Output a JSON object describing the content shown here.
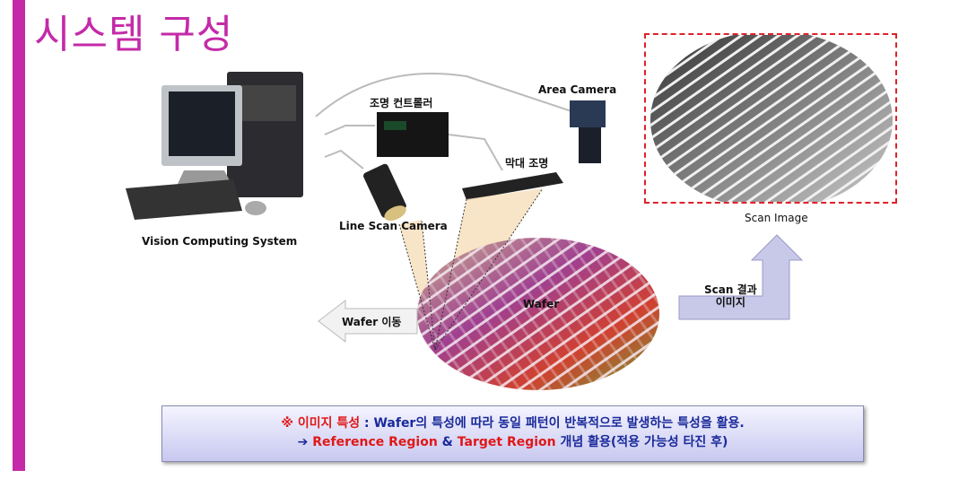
{
  "title": "시스템 구성",
  "labels": {
    "vision_system": "Vision Computing System",
    "light_controller": "조명 컨트롤러",
    "area_camera": "Area Camera",
    "bar_light": "막대 조명",
    "line_scan_camera": "Line Scan Camera",
    "wafer": "Wafer",
    "wafer_move": "Wafer 이동",
    "scan_result_1": "Scan 결과",
    "scan_result_2": "이미지",
    "scan_image": "Scan Image"
  },
  "note": {
    "mark": "※ ",
    "heading": "이미지 특성",
    "line1_rest": " : Wafer의 특성에 따라 동일 패턴이 반복적으로 발생하는 특성을 활용.",
    "arrow": "➔ ",
    "ref_region": "Reference Region",
    "amp": " & ",
    "target_region": "Target Region",
    "line2_rest": " 개념 활용(적용 가능성 타진 후)"
  },
  "colors": {
    "accent": "#c42aa8",
    "highlight": "#e01818",
    "text_blue": "#1a2a9a"
  }
}
